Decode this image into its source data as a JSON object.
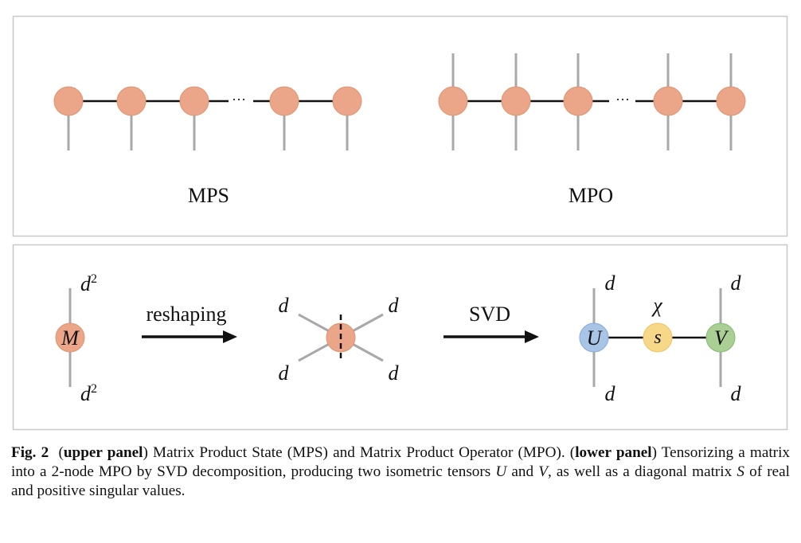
{
  "colors": {
    "panel_border": "#c8c8c8",
    "node_orange": "#eba588",
    "node_orange_stroke": "#e0936f",
    "node_blue": "#a8c4e6",
    "node_blue_stroke": "#88aad6",
    "node_yellow": "#f7d889",
    "node_yellow_stroke": "#ecc466",
    "node_green": "#a9cf95",
    "node_green_stroke": "#88b872",
    "leg": "#a8a8a8",
    "bond": "#111111"
  },
  "upper_panel": {
    "mps_label": "MPS",
    "mpo_label": "MPO",
    "ellipsis": "···"
  },
  "lower_panel": {
    "m_node": {
      "label": "M",
      "top_dim": "d",
      "top_exp": "2",
      "bottom_dim": "d",
      "bottom_exp": "2"
    },
    "reshape_arrow_label": "reshaping",
    "cross_node": {
      "top_left": "d",
      "top_right": "d",
      "bottom_left": "d",
      "bottom_right": "d"
    },
    "svd_arrow_label": "SVD",
    "u_node": {
      "label": "U",
      "top": "d",
      "bottom": "d"
    },
    "s_node": {
      "label": "s",
      "bond_label": "χ"
    },
    "v_node": {
      "label": "V",
      "top": "d",
      "bottom": "d"
    }
  },
  "caption": {
    "fig_label": "Fig. 2",
    "upper_bold": "upper panel",
    "upper_text": ") Matrix Product State (MPS) and Matrix Product Operator (MPO).",
    "lower_bold": "lower panel",
    "lower_text_1": ") Tensorizing a matrix into a 2-node MPO by SVD decomposition, producing two isometric tensors ",
    "var_u": "U",
    "and_text": " and ",
    "var_v": "V",
    "lower_text_2": ", as well as a diagonal matrix ",
    "var_s": "S",
    "lower_text_3": " of real and positive singular values."
  }
}
